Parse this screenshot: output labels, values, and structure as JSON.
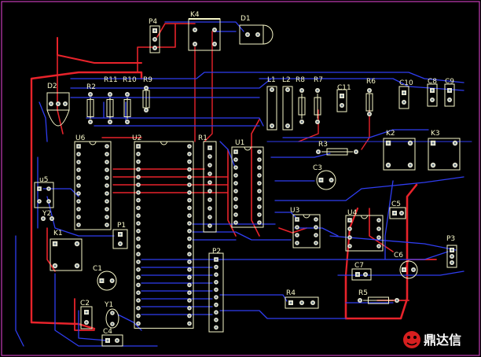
{
  "colors": {
    "background": "#000000",
    "board_outline": "#c43cb6",
    "top_copper": "#e8232b",
    "bottom_copper": "#2f3df0",
    "silkscreen": "#f6f6c8",
    "pad": "#e7e7d3",
    "pad_hole": "#6f7f8d"
  },
  "labels": [
    {
      "id": "P4",
      "text": "P4"
    },
    {
      "id": "K4",
      "text": "K4"
    },
    {
      "id": "D1",
      "text": "D1"
    },
    {
      "id": "D2",
      "text": "D2"
    },
    {
      "id": "R2",
      "text": "R2"
    },
    {
      "id": "R11",
      "text": "R11"
    },
    {
      "id": "R10",
      "text": "R10"
    },
    {
      "id": "R9",
      "text": "R9"
    },
    {
      "id": "L1",
      "text": "L1"
    },
    {
      "id": "L2",
      "text": "L2"
    },
    {
      "id": "R8",
      "text": "R8"
    },
    {
      "id": "R7",
      "text": "R7"
    },
    {
      "id": "C11",
      "text": "C11"
    },
    {
      "id": "R6",
      "text": "R6"
    },
    {
      "id": "C10",
      "text": "C10"
    },
    {
      "id": "C8",
      "text": "C8"
    },
    {
      "id": "C9",
      "text": "C9"
    },
    {
      "id": "U6",
      "text": "U6"
    },
    {
      "id": "U2",
      "text": "U2"
    },
    {
      "id": "R1",
      "text": "R1"
    },
    {
      "id": "U1",
      "text": "U1"
    },
    {
      "id": "R3",
      "text": "R3"
    },
    {
      "id": "K2",
      "text": "K2"
    },
    {
      "id": "K3",
      "text": "K3"
    },
    {
      "id": "C3",
      "text": "C3"
    },
    {
      "id": "U5",
      "text": "u5"
    },
    {
      "id": "Y2",
      "text": "Y2"
    },
    {
      "id": "K1",
      "text": "K1"
    },
    {
      "id": "P1",
      "text": "P1"
    },
    {
      "id": "U3",
      "text": "U3"
    },
    {
      "id": "U4",
      "text": "U4"
    },
    {
      "id": "C5",
      "text": "C5"
    },
    {
      "id": "P3",
      "text": "P3"
    },
    {
      "id": "C6",
      "text": "C6"
    },
    {
      "id": "C7",
      "text": "C7"
    },
    {
      "id": "P2",
      "text": "P2"
    },
    {
      "id": "C1",
      "text": "C1"
    },
    {
      "id": "C2",
      "text": "C2"
    },
    {
      "id": "Y1",
      "text": "Y1"
    },
    {
      "id": "C4",
      "text": "C4"
    },
    {
      "id": "R4",
      "text": "R4"
    },
    {
      "id": "R5",
      "text": "R5"
    }
  ],
  "logo": {
    "text": "鼎达信",
    "icon": "logo-face-icon"
  }
}
